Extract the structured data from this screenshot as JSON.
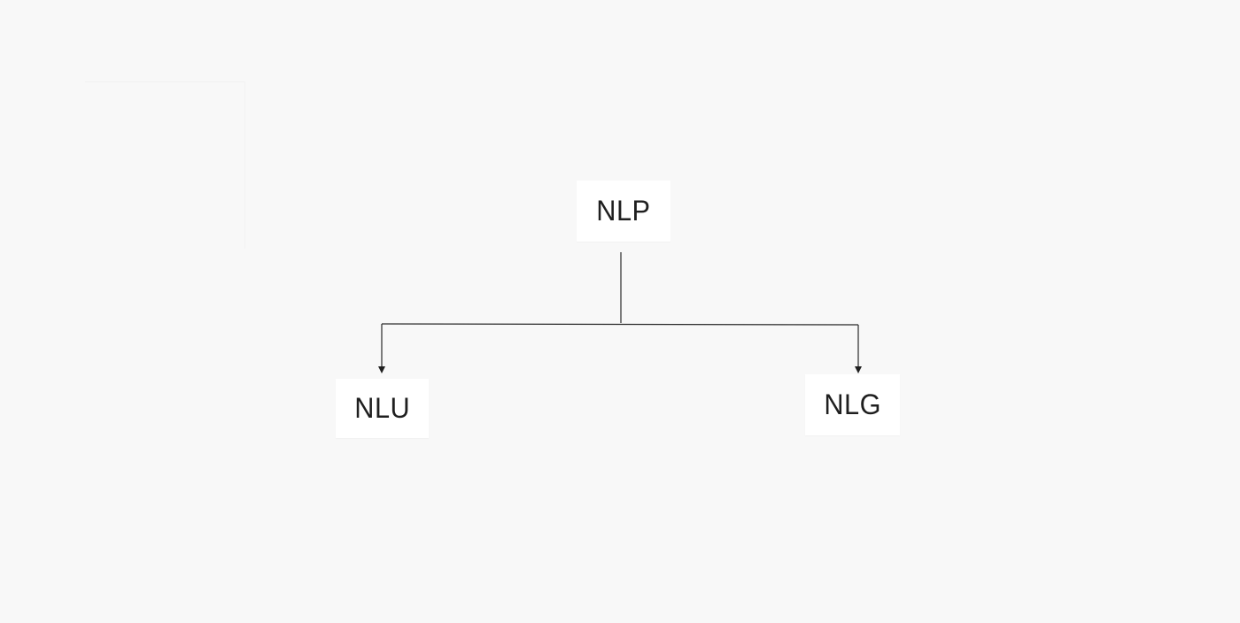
{
  "diagram": {
    "root": {
      "label": "NLP"
    },
    "children": [
      {
        "label": "NLU"
      },
      {
        "label": "NLG"
      }
    ]
  }
}
